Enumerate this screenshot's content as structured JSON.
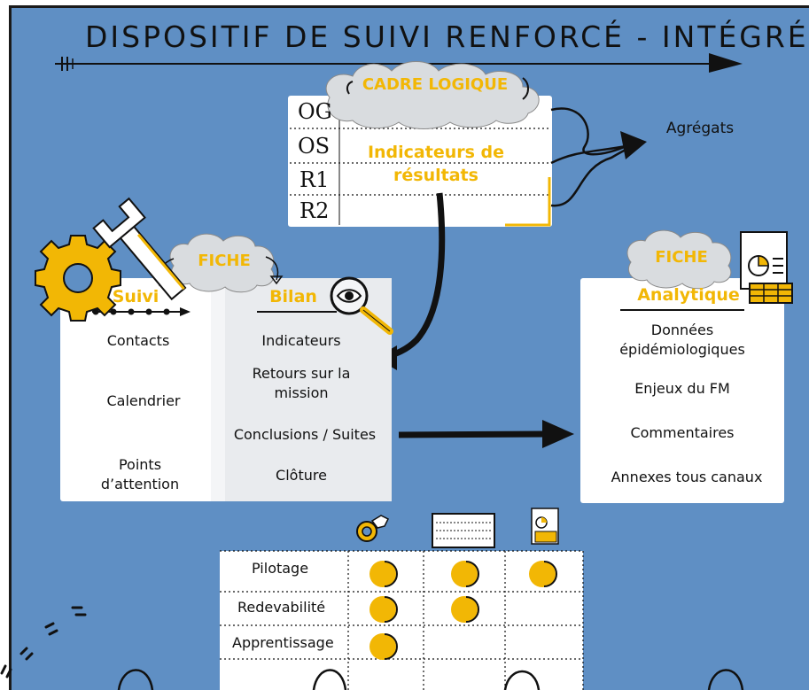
{
  "title": "DISPOSITIF DE SUIVI RENFORCÉ - INTÉGRÉ",
  "cadre_logique": {
    "cloud_label": "CADRE LOGIQUE",
    "rows": [
      "OG",
      "OS",
      "R1",
      "R2"
    ],
    "center_text_line1": "Indicateurs de",
    "center_text_line2": "résultats"
  },
  "agregats": "Agrégats",
  "fiche_left": {
    "cloud_label": "FICHE",
    "left_header": "Suivi",
    "right_header": "Bilan",
    "left_items": [
      "Contacts",
      "Calendrier",
      "Points",
      "d’attention"
    ],
    "right_items": [
      "Indicateurs",
      "Retours sur la",
      "mission",
      "Conclusions / Suites",
      "Clôture"
    ]
  },
  "fiche_right": {
    "cloud_label": "FICHE",
    "header": "Analytique",
    "items": [
      "Données",
      "épidémiologiques",
      "Enjeux du FM",
      "Commentaires",
      "Annexes tous canaux"
    ]
  },
  "matrix": {
    "rows": [
      "Pilotage",
      "Redevabilité",
      "Apprentissage"
    ],
    "filled": [
      [
        true,
        true,
        true
      ],
      [
        true,
        true,
        false
      ],
      [
        true,
        false,
        false
      ]
    ]
  },
  "colors": {
    "board": "#5f8fc4",
    "accent": "#f2b705",
    "ink": "#111111"
  }
}
